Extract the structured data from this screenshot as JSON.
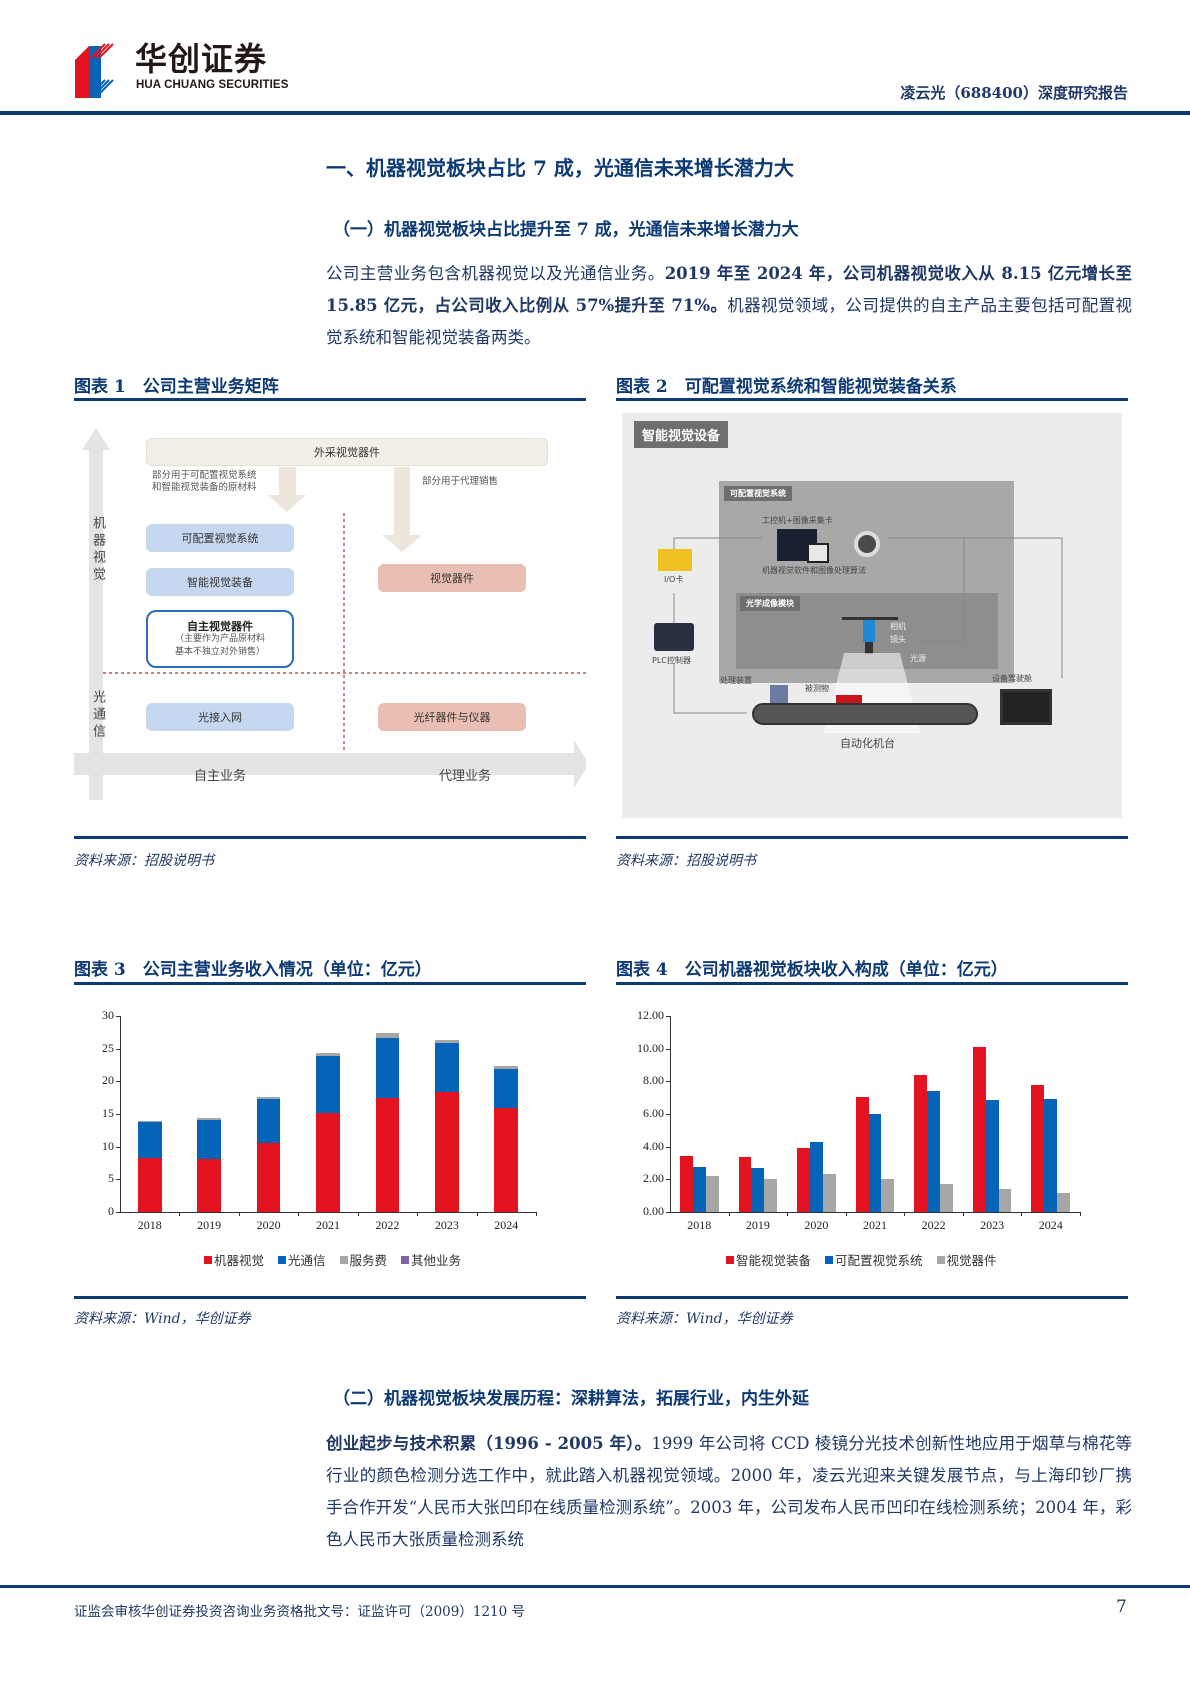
{
  "header": {
    "logo_cn": "华创证券",
    "logo_en": "HUA CHUANG SECURITIES",
    "report_title": "凌云光（688400）深度研究报告"
  },
  "section1": {
    "title": "一、机器视觉板块占比 7 成，光通信未来增长潜力大",
    "sub1_title": "（一）机器视觉板块占比提升至 7 成，光通信未来增长潜力大",
    "para1": {
      "normal_a": "公司主营业务包含机器视觉以及光通信业务。",
      "bold": "2019 年至 2024 年，公司机器视觉收入从 8.15 亿元增长至 15.85 亿元，占公司收入比例从 57%提升至 71%。",
      "normal_b": "机器视觉领域，公司提供的自主产品主要包括可配置视觉系统和智能视觉装备两类。"
    }
  },
  "figure1": {
    "title": "图表 1　公司主营业务矩阵",
    "source": "资料来源：招股说明书",
    "top_bar": "外采视觉器件",
    "note_left": "部分用于可配置视觉系统\n和智能视觉装备的原材料",
    "note_right": "部分用于代理销售",
    "y_axis_top": "机器视觉",
    "y_axis_bottom": "光通信",
    "x_axis_left": "自主业务",
    "x_axis_right": "代理业务",
    "boxes": {
      "configurable": "可配置视觉系统",
      "smart_equipment": "智能视觉装备",
      "own_components_title": "自主视觉器件",
      "own_components_note1": "（主要作为产品原材料",
      "own_components_note2": "基本不独立对外销售）",
      "vision_components": "视觉器件",
      "optical_access": "光接入网",
      "fiber_devices": "光纤器件与仪器"
    }
  },
  "figure2": {
    "title": "图表 2　可配置视觉系统和智能视觉装备关系",
    "source": "资料来源：招股说明书",
    "outer_tag": "智能视觉设备",
    "inner_tag": "可配置视觉系统",
    "optic_tag": "光学成像模块",
    "ipc_label": "工控机+图像采集卡",
    "software_label": "机器视觉软件和图像处理算法",
    "io_label": "I/O卡",
    "plc_label": "PLC控制器",
    "camera_label": "相机",
    "lens_label": "镜头",
    "light_label": "光源",
    "handler_label": "处理装置",
    "object_label": "被测物",
    "dashboard_label": "设备驾驶舱",
    "platform_label": "自动化机台"
  },
  "figure3": {
    "title": "图表 3　公司主营业务收入情况（单位：亿元）",
    "source": "资料来源：Wind，华创证券"
  },
  "figure4": {
    "title": "图表 4　公司机器视觉板块收入构成（单位：亿元）",
    "source": "资料来源：Wind，华创证券"
  },
  "chart_data": [
    {
      "type": "bar",
      "stacked": true,
      "title": "公司主营业务收入情况（单位：亿元）",
      "xlabel": "",
      "ylabel": "",
      "categories": [
        "2018",
        "2019",
        "2020",
        "2021",
        "2022",
        "2023",
        "2024"
      ],
      "yticks": [
        "0",
        "5",
        "10",
        "15",
        "20",
        "25",
        "30"
      ],
      "ylim": [
        0,
        30
      ],
      "grid": false,
      "legend_position": "bottom",
      "series": [
        {
          "name": "机器视觉",
          "color": "#e3141f",
          "values": [
            8.3,
            8.15,
            10.5,
            15.1,
            17.5,
            18.3,
            15.85
          ]
        },
        {
          "name": "光通信",
          "color": "#0563b8",
          "values": [
            5.6,
            6.0,
            6.8,
            8.8,
            9.2,
            7.6,
            6.1
          ]
        },
        {
          "name": "服务费",
          "color": "#a6a6a6",
          "values": [
            0.1,
            0.3,
            0.3,
            0.5,
            0.7,
            0.5,
            0.4
          ]
        },
        {
          "name": "其他业务",
          "color": "#7f63a8",
          "values": [
            0,
            0,
            0,
            0,
            0,
            0,
            0
          ]
        }
      ]
    },
    {
      "type": "bar",
      "stacked": false,
      "title": "公司机器视觉板块收入构成（单位：亿元）",
      "xlabel": "",
      "ylabel": "",
      "categories": [
        "2018",
        "2019",
        "2020",
        "2021",
        "2022",
        "2023",
        "2024"
      ],
      "yticks": [
        "0.00",
        "2.00",
        "4.00",
        "6.00",
        "8.00",
        "10.00",
        "12.00"
      ],
      "ylim": [
        0,
        12
      ],
      "grid": false,
      "legend_position": "bottom",
      "series": [
        {
          "name": "智能视觉装备",
          "color": "#e3141f",
          "values": [
            3.4,
            3.37,
            3.9,
            7.05,
            8.4,
            10.1,
            7.75
          ]
        },
        {
          "name": "可配置视觉系统",
          "color": "#0563b8",
          "values": [
            2.75,
            2.7,
            4.3,
            6.0,
            7.4,
            6.85,
            6.9
          ]
        },
        {
          "name": "视觉器件",
          "color": "#a6a6a6",
          "values": [
            2.2,
            2.05,
            2.3,
            2.0,
            1.7,
            1.4,
            1.15
          ]
        }
      ]
    }
  ],
  "section2": {
    "sub2_title": "（二）机器视觉板块发展历程：深耕算法，拓展行业，内生外延",
    "para2": {
      "bold": "创业起步与技术积累（1996 - 2005 年）。",
      "normal": "1999 年公司将 CCD 棱镜分光技术创新性地应用于烟草与棉花等行业的颜色检测分选工作中，就此踏入机器视觉领域。2000 年，凌云光迎来关键发展节点，与上海印钞厂携手合作开发“人民币大张凹印在线质量检测系统”。2003 年，公司发布人民币凹印在线检测系统；2004 年，彩色人民币大张质量检测系统"
    }
  },
  "footer": {
    "text": "证监会审核华创证券投资咨询业务资格批文号：证监许可（2009）1210 号",
    "page": "7"
  }
}
